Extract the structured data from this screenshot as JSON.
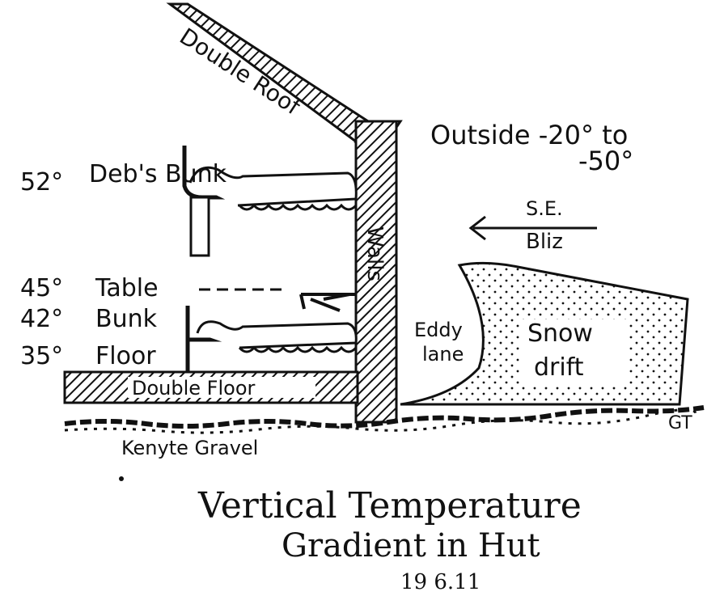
{
  "colors": {
    "ink": "#111111",
    "paper": "#ffffff"
  },
  "roof_label": "Double Roof",
  "walls_label": "Walls",
  "floor_label": "Double Floor",
  "ground_label": "Kenyte Gravel",
  "outside": {
    "line1": "Outside -20° to",
    "line2": "-50°"
  },
  "wind": {
    "direction": "S.E.",
    "label": "Bliz"
  },
  "eddy": {
    "line1": "Eddy",
    "line2": "lane"
  },
  "snowdrift": {
    "line1": "Snow",
    "line2": "drift"
  },
  "levels": [
    {
      "temp": "52°",
      "label": "Deb's Bunk"
    },
    {
      "temp": "45°",
      "label": "Table"
    },
    {
      "temp": "42°",
      "label": "Bunk"
    },
    {
      "temp": "35°",
      "label": "Floor"
    }
  ],
  "caption": {
    "line1": "Vertical Temperature",
    "line2": "Gradient in Hut",
    "date": "19 6.11"
  },
  "signature": "GT"
}
